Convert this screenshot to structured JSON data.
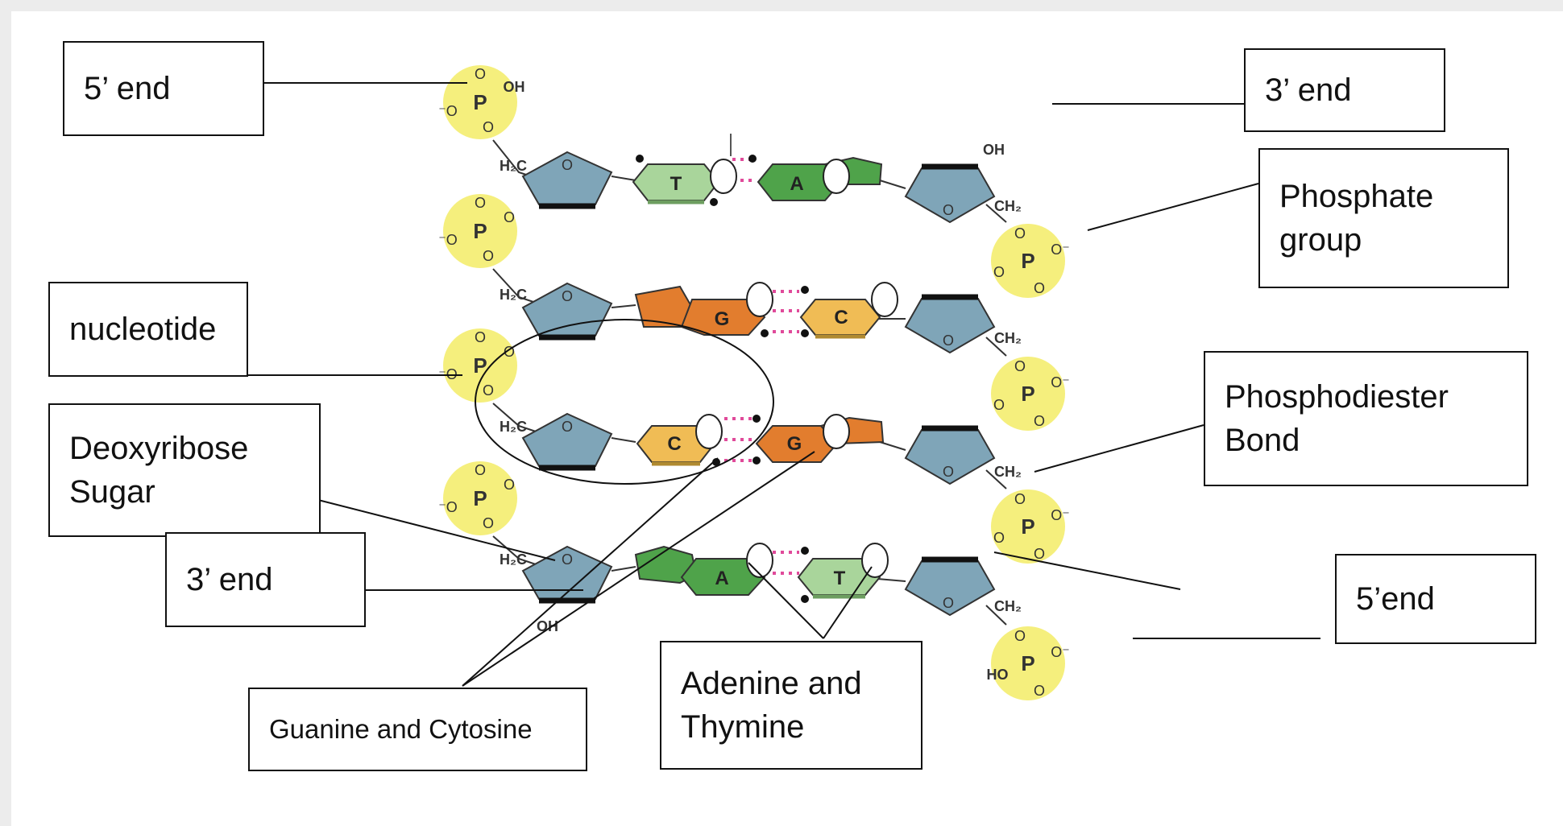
{
  "labels": {
    "five_end_top": "5’ end",
    "three_end_top": "3’ end",
    "phosphate_group": "Phosphate group",
    "nucleotide": "nucleotide",
    "phosphodiester_bond": "Phosphodiester Bond",
    "deoxyribose_sugar": "Deoxyribose Sugar",
    "three_end_bottom": "3’ end",
    "five_end_bottom": "5’end",
    "guanine_cytosine": "Guanine and Cytosine",
    "adenine_thymine": "Adenine and Thymine"
  },
  "bases": {
    "row1_left": "T",
    "row1_right": "A",
    "row2_left": "G",
    "row2_right": "C",
    "row3_left": "C",
    "row3_right": "G",
    "row4_left": "A",
    "row4_right": "T"
  },
  "chem": {
    "hydroxyl": "OH",
    "hydroxyl_ho": "HO",
    "oxygen": "O",
    "oxygen_minus": "⁻O",
    "oxygen_minus_right": "O⁻",
    "phosphorus": "P",
    "h2c": "H₂C",
    "ch2": "CH₂"
  },
  "colors": {
    "phosphate": "#f5ef7d",
    "sugar": "#7fa5b8",
    "guanine": "#e27d2e",
    "cytosine": "#f0bc55",
    "adenine": "#4fa34a",
    "thymine": "#a9d59b",
    "hbond": "#e04a9a"
  }
}
